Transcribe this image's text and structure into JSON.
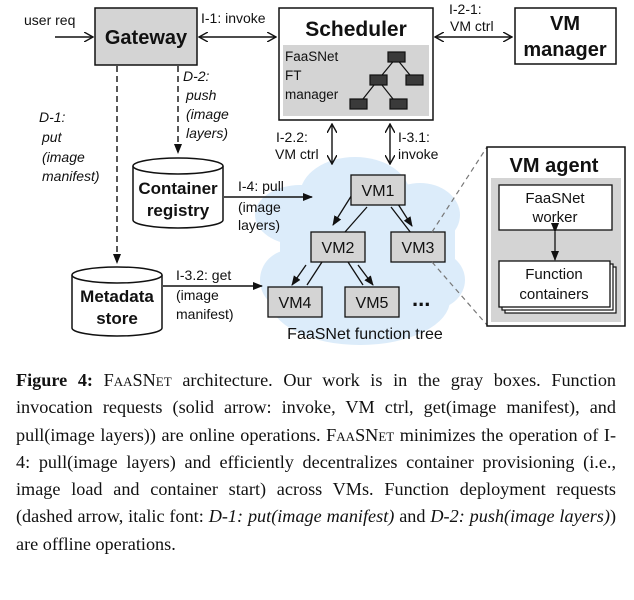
{
  "diagram": {
    "nodes": {
      "gateway": "Gateway",
      "scheduler": "Scheduler",
      "ft_manager": [
        "FaaSNet",
        "FT",
        "manager"
      ],
      "vm_manager": [
        "VM",
        "manager"
      ],
      "container_registry": [
        "Container",
        "registry"
      ],
      "metadata_store": [
        "Metadata",
        "store"
      ],
      "vm_agent": "VM agent",
      "faasnet_worker": [
        "FaaSNet",
        "worker"
      ],
      "function_containers": [
        "Function",
        "containers"
      ],
      "vms": [
        "VM1",
        "VM2",
        "VM3",
        "VM4",
        "VM5"
      ],
      "ellipsis": "...",
      "function_tree_label": "FaaSNet function tree"
    },
    "edges": {
      "user_req": "user req",
      "i1": "I-1: invoke",
      "i21": [
        "I-2-1:",
        "VM ctrl"
      ],
      "i22": [
        "I-2.2:",
        "VM ctrl"
      ],
      "i31": [
        "I-3.1:",
        "invoke"
      ],
      "i32": [
        "I-3.2: get",
        "(image",
        "manifest)"
      ],
      "i4": [
        "I-4: pull",
        "(image",
        "layers)"
      ],
      "d1": [
        "D-1:",
        "put",
        "(image",
        "manifest)"
      ],
      "d2": [
        "D-2:",
        "push",
        "(image",
        "layers)"
      ]
    },
    "colors": {
      "gray_box": "#d4d4d4",
      "dark_node": "#3a3a3a",
      "cloud": "#dcecfa",
      "line": "#111111",
      "dashed_zoom": "#777777"
    }
  },
  "caption": {
    "label": "Figure 4:",
    "sc1": "FaaSNet",
    "t1": " architecture.  Our work is in the gray boxes. Function invocation requests (solid arrow: invoke, VM ctrl, get(image manifest), and pull(image layers)) are online operations. ",
    "sc2": "FaaSNet",
    "t2": " minimizes the operation of I-4: pull(image layers) and efficiently decentralizes container provisioning (i.e., image load and container start) across VMs. Function deployment requests (dashed arrow, italic font: ",
    "i1": "D-1: put(image manifest)",
    "t3": " and ",
    "i2": "D-2: push(image layers)",
    "t4": ") are offline operations."
  }
}
